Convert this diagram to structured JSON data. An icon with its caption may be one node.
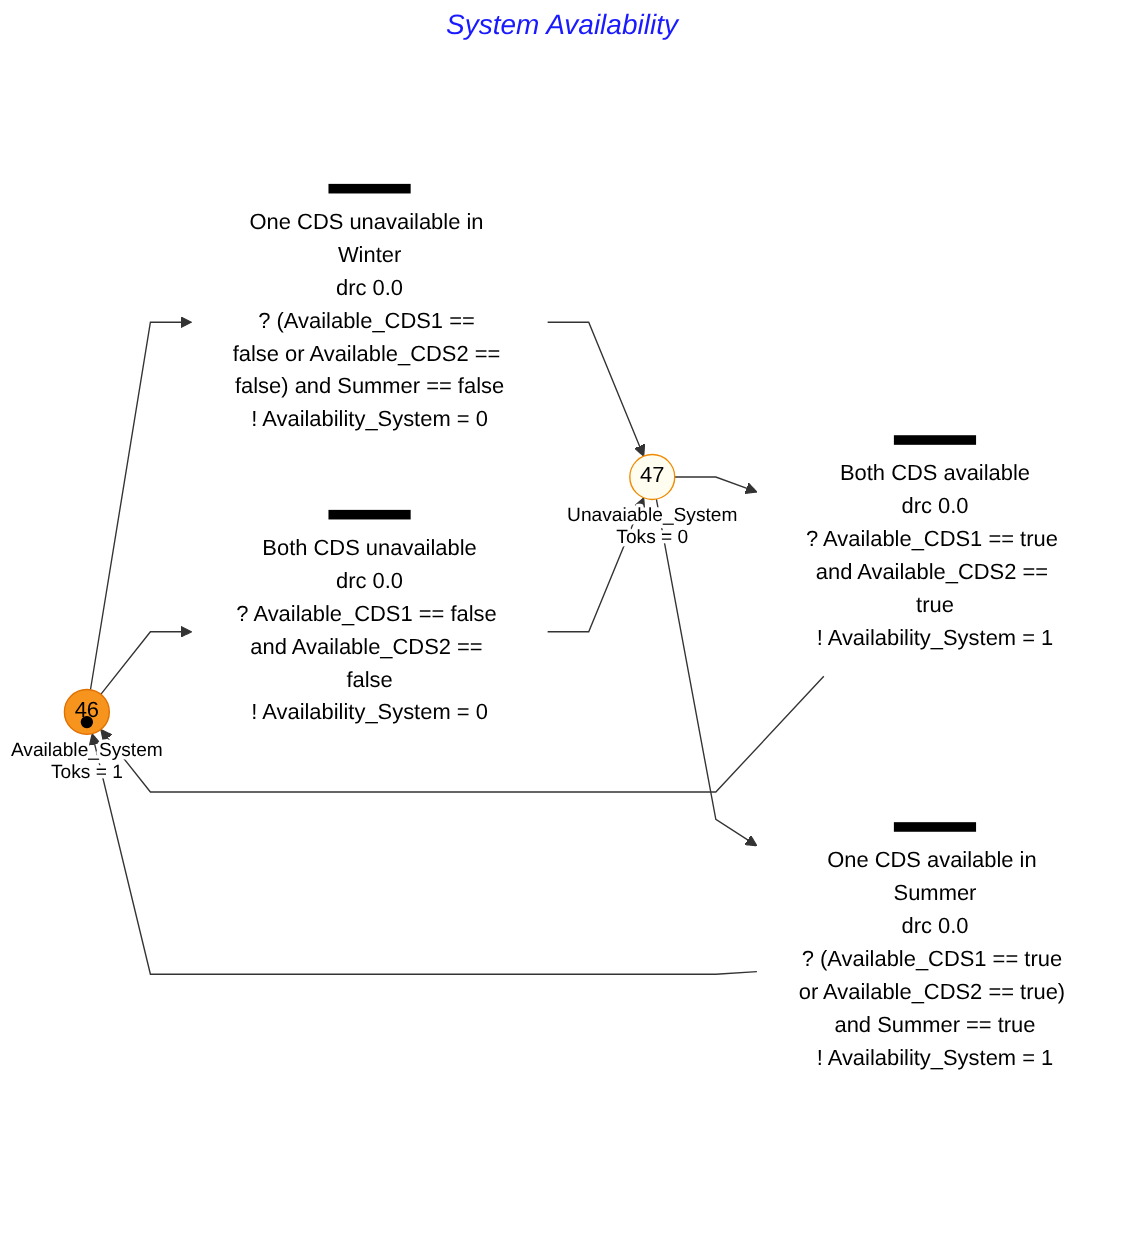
{
  "diagram": {
    "title": "System Availability",
    "nodes": [
      {
        "text": [
          "46"
        ],
        "beside": [
          "Available_System",
          "Toks = 1"
        ]
      },
      {
        "text": [
          "47"
        ],
        "beside": [
          "Unavaiable_System",
          "Toks = 0"
        ]
      },
      {
        "text": [],
        "shape": "bar",
        "beside": [
          "Both CDS available",
          "drc 0.0",
          "? Available_CDS1 == true and Available_CDS2 == true",
          "! Availability_System = 1"
        ]
      },
      {
        "text": [],
        "shape": "bar",
        "beside": [
          "One CDS available in Summer",
          "drc 0.0",
          "? (Available_CDS1 == true or Available_CDS2 == true) and Summer == true",
          "! Availability_System = 1"
        ]
      },
      {
        "text": [],
        "shape": "bar",
        "beside": [
          "One CDS unavailable in Winter",
          "drc 0.0",
          "? (Available_CDS1 == false or Available_CDS2 == false) and Summer == false",
          "! Availability_System = 0"
        ]
      },
      {
        "text": [],
        "shape": "bar",
        "beside": [
          "Both CDS unavailable",
          "drc 0.0",
          "? Available_CDS1 == false and Available_CDS2 == false",
          "! Availability_System = 0"
        ]
      }
    ],
    "edges": [
      {
        "from": 1,
        "to": 2,
        "arrow": "to"
      },
      {
        "from": 2,
        "to": 0,
        "arrow": "to"
      },
      {
        "from": 1,
        "to": 3,
        "arrow": "to"
      },
      {
        "from": 3,
        "to": 0,
        "arrow": "to"
      },
      {
        "from": 0,
        "to": 4,
        "arrow": "to"
      },
      {
        "from": 4,
        "to": 1,
        "arrow": "to"
      },
      {
        "from": 0,
        "to": 5,
        "arrow": "to"
      },
      {
        "from": 5,
        "to": 1,
        "arrow": "to"
      }
    ]
  }
}
